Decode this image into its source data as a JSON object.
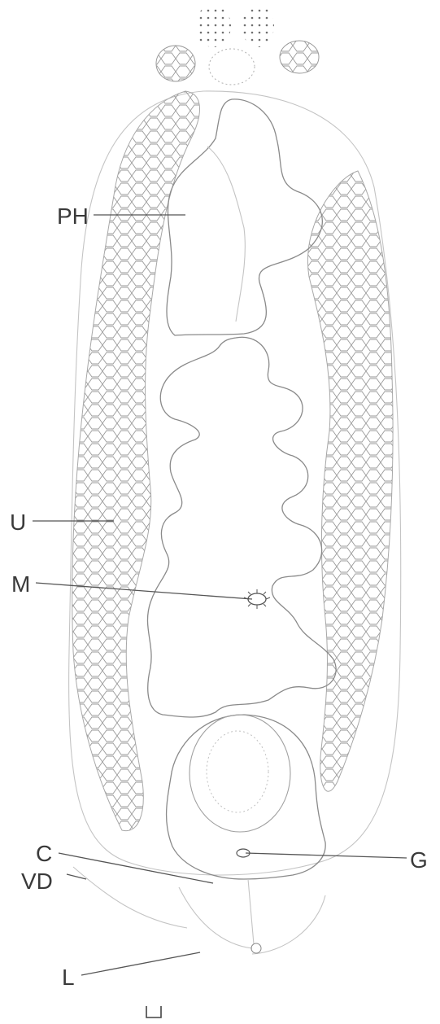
{
  "labels": {
    "ph": "PH",
    "u": "U",
    "m": "M",
    "c": "C",
    "vd": "VD",
    "g": "G",
    "l": "L"
  },
  "colors": {
    "ink": "#3a3a3a",
    "cell_lines": "#9a9a9a",
    "outline": "#8a8a8a"
  }
}
